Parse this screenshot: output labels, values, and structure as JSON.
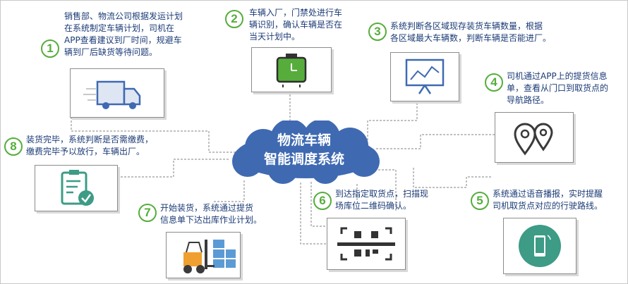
{
  "hub": {
    "line1": "物流车辆",
    "line2": "智能调度系统"
  },
  "steps": [
    {
      "num": "1",
      "lines": [
        "销售部、物流公司根据发运计划",
        "在系统制定车辆计划，司机在",
        "APP查看建议到厂时间，规避车",
        "辆到厂后缺货等待问题。"
      ],
      "icon": "delivery-truck-icon"
    },
    {
      "num": "2",
      "lines": [
        "车辆入厂，门禁处进行车",
        "辆识别，确认车辆是否在",
        "当天计划中。"
      ],
      "icon": "gate-monitor-icon"
    },
    {
      "num": "3",
      "lines": [
        "系统判断各区域现存装货车辆数量，根据",
        "各区域最大车辆数，判断车辆是否能进厂。"
      ],
      "icon": "chart-board-icon"
    },
    {
      "num": "4",
      "lines": [
        "司机通过APP上的提货信息",
        "单，查看从门口到取货点的",
        "导航路径。"
      ],
      "icon": "map-pins-icon"
    },
    {
      "num": "5",
      "lines": [
        "系统通过语音播报，实时提醒",
        "司机取货点对应的行驶路线。"
      ],
      "icon": "phone-broadcast-icon"
    },
    {
      "num": "6",
      "lines": [
        "到达指定取货点，扫描现",
        "场库位二维码确认。"
      ],
      "icon": "qr-scan-icon"
    },
    {
      "num": "7",
      "lines": [
        "开始装货，系统通过提货",
        "信息单下达出库作业计划。"
      ],
      "icon": "forklift-icon"
    },
    {
      "num": "8",
      "lines": [
        "装货完毕，系统判断是否需缴费，",
        "缴费完毕予以放行，车辆出厂。"
      ],
      "icon": "clipboard-check-icon"
    }
  ],
  "colors": {
    "accent": "#56ad3c",
    "text": "#1b3b76",
    "cloud": "#3f6ab2",
    "line": "#9a9a9a"
  }
}
